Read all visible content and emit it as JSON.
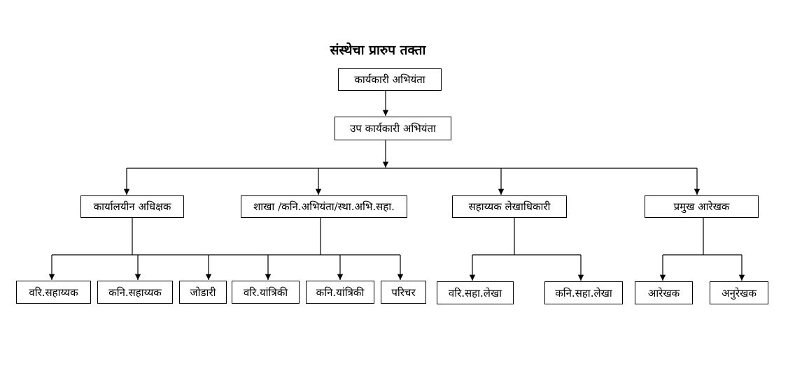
{
  "title": "संस्थेचा प्रारुप तक्ता",
  "nodes": {
    "root": "कार्यकारी अभियंता",
    "deputy": "उप कार्यकारी अभियंता",
    "office_superintendent": "कार्यालयीन अधिक्षक",
    "branch_engineer": "शाखा /कनि.अभियंता/स्था.अभि.सहा.",
    "assistant_accounts_officer": "सहाय्यक लेखाधिकारी",
    "chief_draftsman": "प्रमुख आरेखक",
    "senior_assistant": "वरि.सहाय्यक",
    "junior_assistant": "कनि.सहाय्यक",
    "fitter": "जोडारी",
    "senior_mechanic": "वरि.यांत्रिकी",
    "junior_mechanic": "कनि.यांत्रिकी",
    "attendant": "परिचर",
    "senior_accounts_assistant": "वरि.सहा.लेखा",
    "junior_accounts_assistant": "कनि.सहा.लेखा",
    "draftsman": "आरेखक",
    "tracer": "अनुरेखक"
  }
}
